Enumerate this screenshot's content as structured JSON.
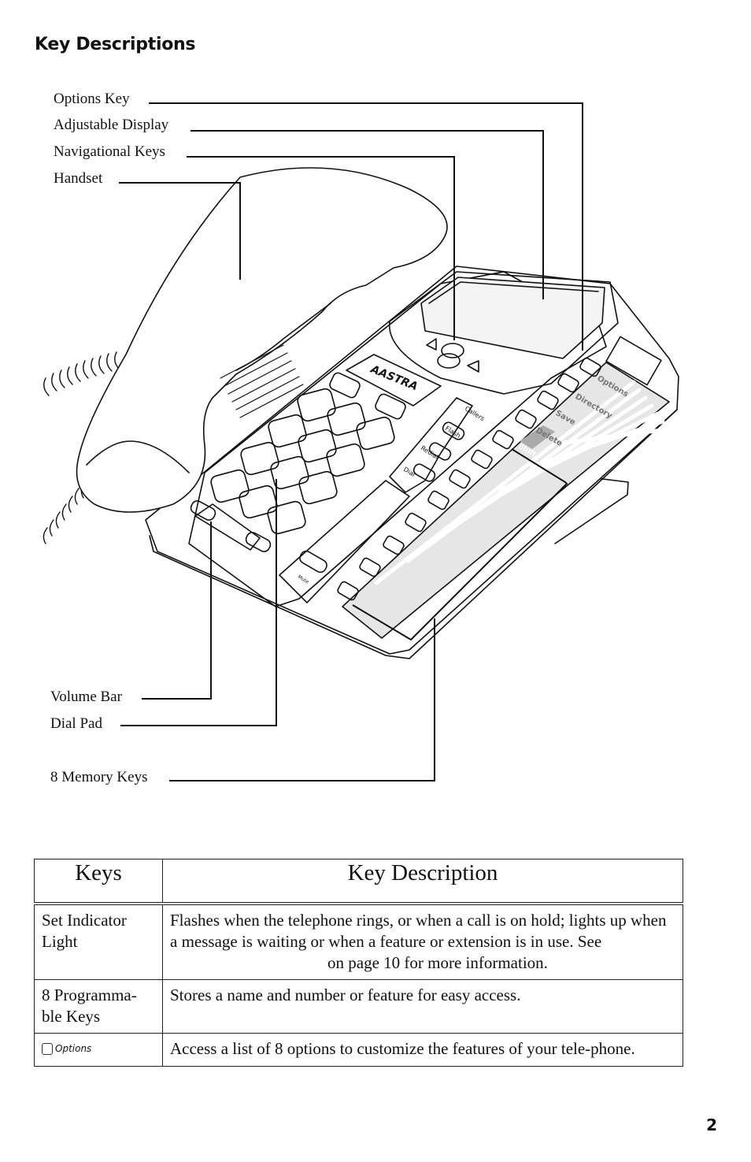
{
  "heading": "Key Descriptions",
  "figure": {
    "brand_logo": "AASTRA",
    "callouts": {
      "options_key": "Options Key",
      "adjustable_display": "Adjustable Display",
      "navigational_keys": "Navigational Keys",
      "handset": "Handset",
      "volume_bar": "Volume Bar",
      "dial_pad": "Dial Pad",
      "memory_keys": "8 Memory Keys"
    },
    "phone_labels": {
      "callers": "Callers",
      "flash": "Flash",
      "redial": "Redial",
      "dial": "Dial",
      "mute": "Mute",
      "options": "Options",
      "directory": "Directory",
      "save": "Save",
      "delete": "Delete",
      "shift": "Shift"
    }
  },
  "table": {
    "headers": {
      "keys": "Keys",
      "description": "Key Description"
    },
    "rows": [
      {
        "key": "Set Indicator Light",
        "description_before": "Flashes when the telephone rings, or when a call is on hold; lights up when a message is waiting or when a feature or extension is in use. See",
        "description_after": "on page 10 for more information."
      },
      {
        "key": "8 Programma-ble Keys",
        "description": "Stores a name and number or feature for easy access."
      },
      {
        "key_icon": "options-key-icon",
        "key_label": "Options",
        "description": "Access a list of 8 options to customize the features of your tele-phone."
      }
    ]
  },
  "page_number": "2"
}
